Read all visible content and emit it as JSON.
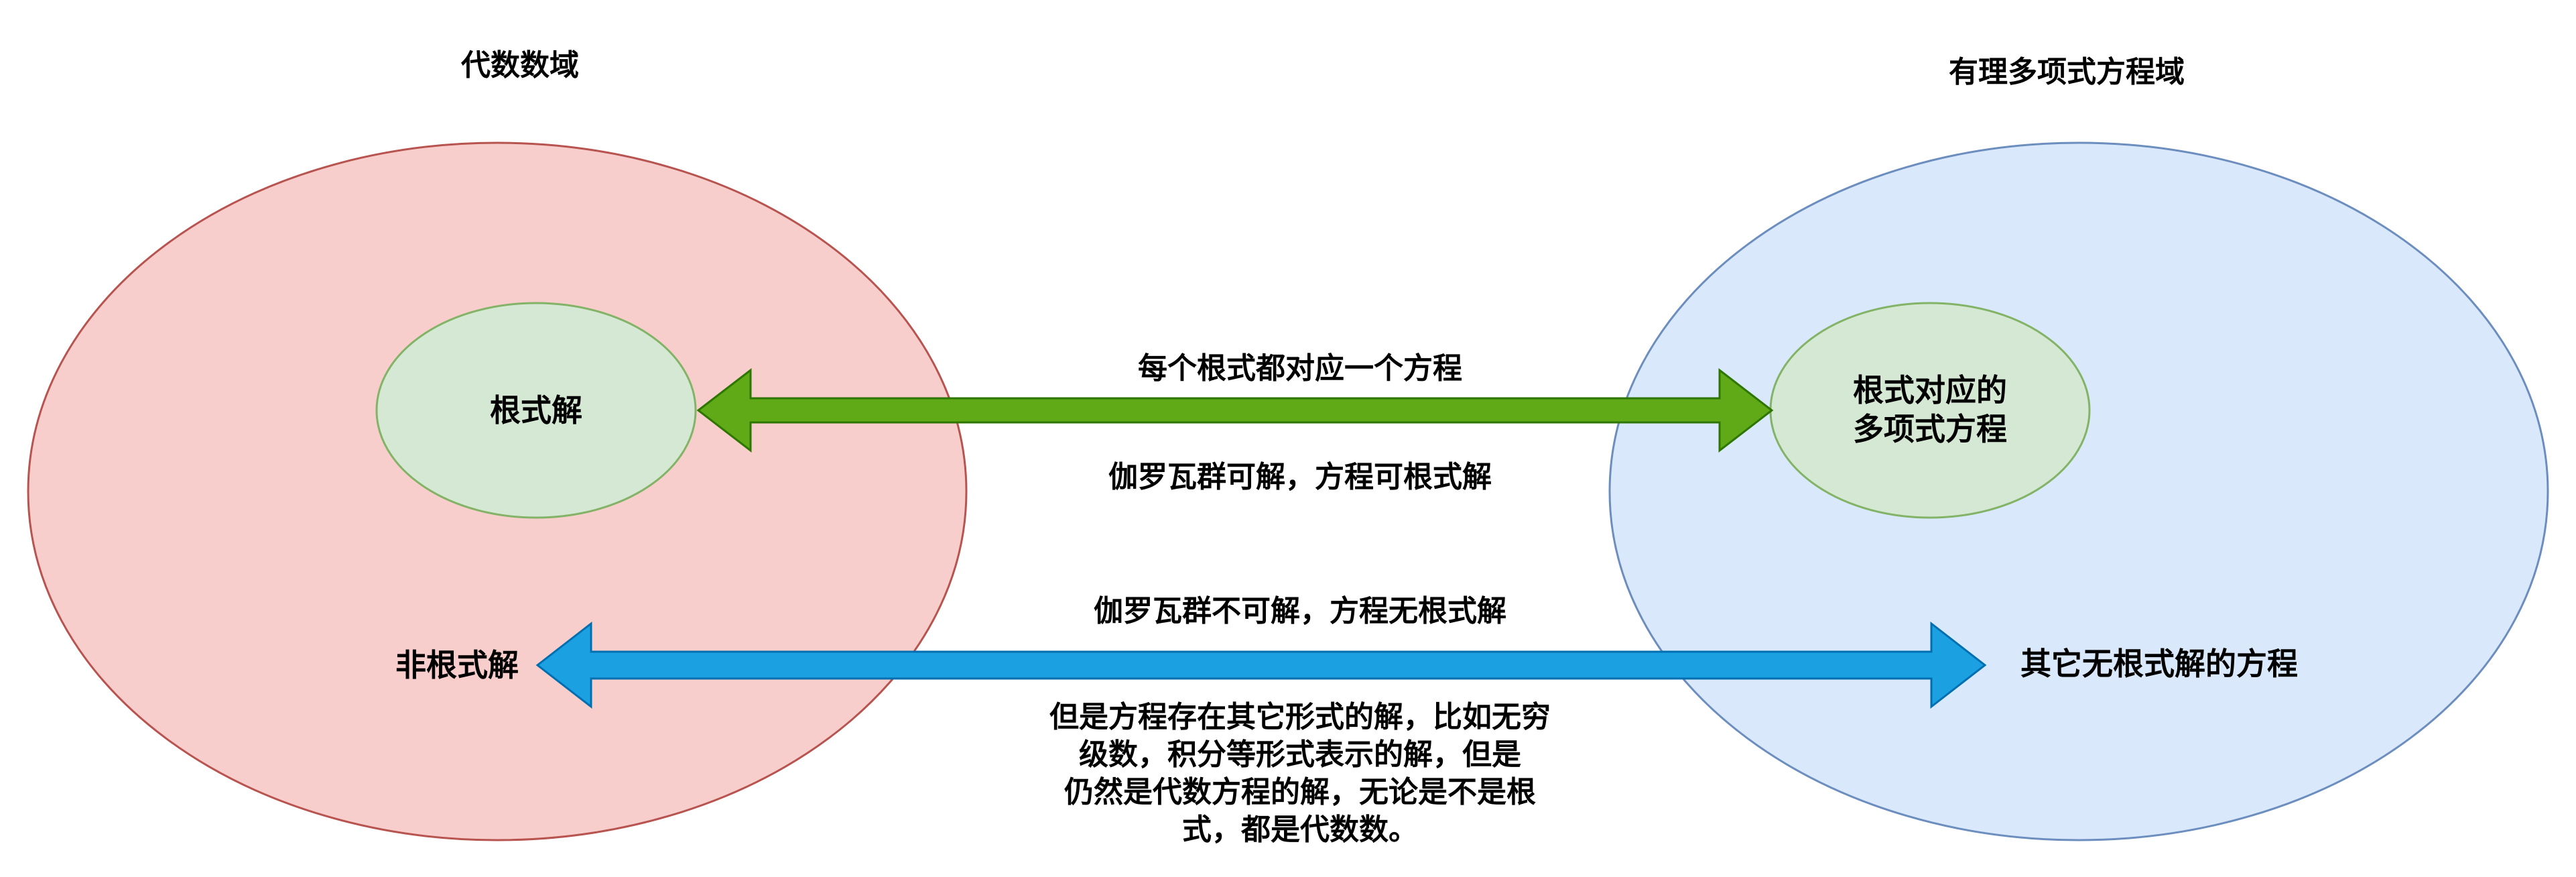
{
  "diagram": {
    "domains": {
      "algebraic": {
        "title": "代数数域",
        "fill": "#f8cecc",
        "stroke": "#b85450"
      },
      "polynomial": {
        "title": "有理多项式方程域",
        "fill": "#dae8fc",
        "stroke": "#6c8ebf"
      }
    },
    "nodes": {
      "radical_solution": {
        "label": "根式解",
        "fill": "#d5e8d4",
        "stroke": "#82b366"
      },
      "radical_polynomial": {
        "label_line1": "根式对应的",
        "label_line2": "多项式方程",
        "fill": "#d5e8d4",
        "stroke": "#82b366"
      },
      "non_radical_solution": {
        "label": "非根式解"
      },
      "other_equations": {
        "label": "其它无根式解的方程"
      }
    },
    "edges": {
      "green_arrow": {
        "fill": "#60a917",
        "stroke": "#2d7600",
        "label_above": "每个根式都对应一个方程",
        "label_below": "伽罗瓦群可解，方程可根式解"
      },
      "blue_arrow": {
        "fill": "#1ba1e2",
        "stroke": "#006eaf",
        "label_above": "伽罗瓦群不可解，方程无根式解",
        "label_below_lines": [
          "但是方程存在其它形式的解，比如无穷",
          "级数，积分等形式表示的解，但是",
          "仍然是代数方程的解，无论是不是根",
          "式，都是代数数。"
        ]
      }
    }
  }
}
